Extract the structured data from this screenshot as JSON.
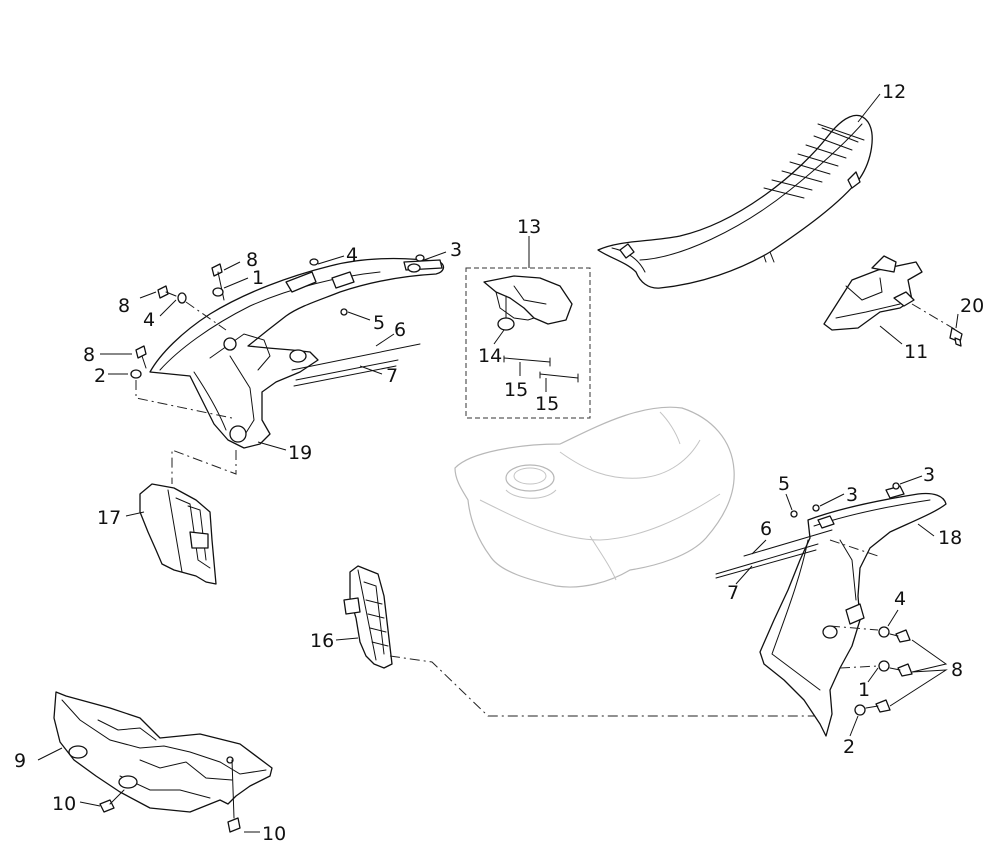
{
  "colors": {
    "line": "#111111",
    "ghost": "#b8b8b8",
    "background": "#ffffff"
  },
  "callouts": [
    {
      "id": "c12",
      "text": "12"
    },
    {
      "id": "c13",
      "text": "13"
    },
    {
      "id": "c3a",
      "text": "3"
    },
    {
      "id": "c4a",
      "text": "4"
    },
    {
      "id": "c8a",
      "text": "8"
    },
    {
      "id": "c1a",
      "text": "1"
    },
    {
      "id": "c8b",
      "text": "8"
    },
    {
      "id": "c4b",
      "text": "4"
    },
    {
      "id": "c5a",
      "text": "5"
    },
    {
      "id": "c6a",
      "text": "6"
    },
    {
      "id": "c8c",
      "text": "8"
    },
    {
      "id": "c2a",
      "text": "2"
    },
    {
      "id": "c7a",
      "text": "7"
    },
    {
      "id": "c19",
      "text": "19"
    },
    {
      "id": "c14",
      "text": "14"
    },
    {
      "id": "c15a",
      "text": "15"
    },
    {
      "id": "c15b",
      "text": "15"
    },
    {
      "id": "c20",
      "text": "20"
    },
    {
      "id": "c11",
      "text": "11"
    },
    {
      "id": "c17",
      "text": "17"
    },
    {
      "id": "c5b",
      "text": "5"
    },
    {
      "id": "c3b",
      "text": "3"
    },
    {
      "id": "c3c",
      "text": "3"
    },
    {
      "id": "c18",
      "text": "18"
    },
    {
      "id": "c6b",
      "text": "6"
    },
    {
      "id": "c7b",
      "text": "7"
    },
    {
      "id": "c4c",
      "text": "4"
    },
    {
      "id": "c8d",
      "text": "8"
    },
    {
      "id": "c1b",
      "text": "1"
    },
    {
      "id": "c2b",
      "text": "2"
    },
    {
      "id": "c16",
      "text": "16"
    },
    {
      "id": "c9",
      "text": "9"
    },
    {
      "id": "c10a",
      "text": "10"
    },
    {
      "id": "c10b",
      "text": "10"
    }
  ]
}
